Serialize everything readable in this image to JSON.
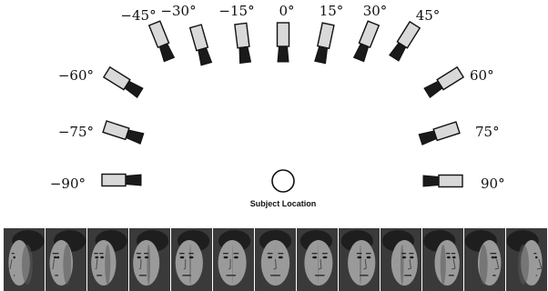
{
  "cameras": [
    {
      "angle": -45,
      "label": "−45°"
    },
    {
      "angle": -30,
      "label": "−30°"
    },
    {
      "angle": -15,
      "label": "−15°"
    },
    {
      "angle": 0,
      "label": "0°"
    },
    {
      "angle": 15,
      "label": "15°"
    },
    {
      "angle": 30,
      "label": "30°"
    },
    {
      "angle": 45,
      "label": "45°"
    },
    {
      "angle": -60,
      "label": "−60°"
    },
    {
      "angle": 60,
      "label": "60°"
    },
    {
      "angle": -75,
      "label": "−75°"
    },
    {
      "angle": 75,
      "label": "75°"
    },
    {
      "angle": -90,
      "label": "−90°"
    },
    {
      "angle": 90,
      "label": "90°"
    }
  ],
  "subject": {
    "label": "Subject Location"
  },
  "faces": [
    -90,
    -75,
    -60,
    -45,
    -30,
    -15,
    0,
    15,
    30,
    45,
    60,
    75,
    90
  ],
  "colors": {
    "camera_body": "#d9d9d9",
    "camera_lens": "#1a1a1a",
    "outline": "#111111",
    "face_skin": "#9a9a9a",
    "face_bg": "#3a3a3a"
  }
}
